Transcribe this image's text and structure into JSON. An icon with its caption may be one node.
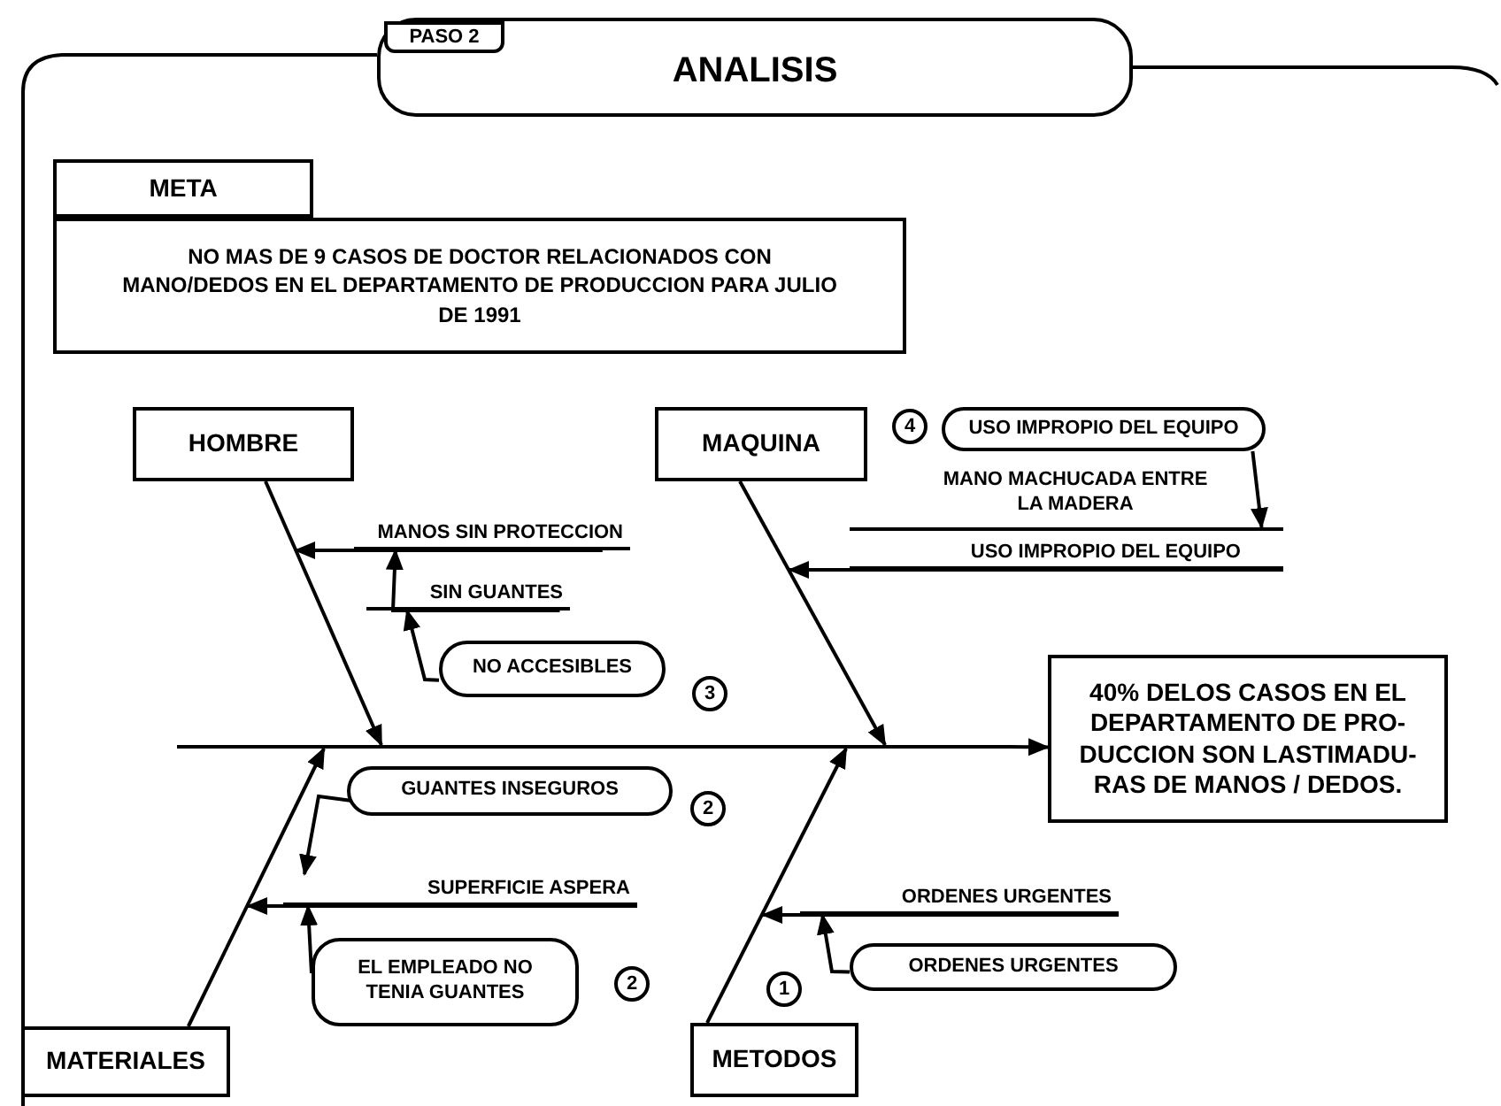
{
  "diagram": {
    "nodes": [
      {
        "text": [
          "PASO 2"
        ],
        "in": 1
      },
      {
        "text": [
          "ANALISIS"
        ]
      },
      {
        "text": [
          "META"
        ]
      },
      {
        "text": [
          "NO MAS DE 9 CASOS DE DOCTOR RELACIONADOS CON MANO/DEDOS EN EL DEPARTAMENTO DE PRODUCCION PARA JULIO DE 1991"
        ]
      },
      {
        "text": [
          "HOMBRE"
        ]
      },
      {
        "text": [
          "MAQUINA"
        ]
      },
      {
        "text": [
          "MATERIALES"
        ]
      },
      {
        "text": [
          "METODOS"
        ]
      },
      {
        "text": [
          "40% DELOS CASOS EN EL DEPARTAMENTO DE PRO- DUCCION SON LASTIMADU- RAS DE MANOS / DEDOS."
        ]
      },
      {
        "text": [
          "MANOS SIN PROTECCION"
        ]
      },
      {
        "text": [
          "SIN GUANTES"
        ]
      },
      {
        "text": [
          "NO ACCESIBLES"
        ]
      },
      {
        "text": [
          "3"
        ]
      },
      {
        "text": [
          "4"
        ]
      },
      {
        "text": [
          "USO IMPROPIO DEL EQUIPO"
        ]
      },
      {
        "text": [
          "MANO MACHUCADA ENTRE LA MADERA"
        ]
      },
      {
        "text": [
          "USO IMPROPIO DEL EQUIPO"
        ]
      },
      {
        "text": [
          "GUANTES INSEGUROS"
        ]
      },
      {
        "text": [
          "SUPERFICIE ASPERA"
        ]
      },
      {
        "text": [
          "2"
        ]
      },
      {
        "text": [
          "EL EMPLEADO NO TENIA GUANTES"
        ]
      },
      {
        "text": [
          "2"
        ]
      },
      {
        "text": [
          "ORDENES URGENTES"
        ]
      },
      {
        "text": [
          "ORDENES URGENTES"
        ]
      },
      {
        "text": [
          "1"
        ]
      },
      {
        "text": [],
        "shape": "bar"
      }
    ],
    "edges": [
      {
        "from": 25,
        "to": 8,
        "arrow": "to"
      },
      {
        "from": 4,
        "to": 25,
        "arrow": "to"
      },
      {
        "from": 5,
        "to": 25,
        "arrow": "to"
      },
      {
        "from": 6,
        "to": 25,
        "arrow": "to"
      },
      {
        "from": 7,
        "to": 25,
        "arrow": "to"
      },
      {
        "from": 9,
        "to": null,
        "arrow": "to"
      },
      {
        "from": 10,
        "to": 9,
        "arrow": "to"
      },
      {
        "from": 11,
        "to": 10,
        "arrow": "to"
      },
      {
        "from": 16,
        "to": null,
        "arrow": "to"
      },
      {
        "from": 14,
        "to": 16,
        "arrow": "to"
      },
      {
        "from": 18,
        "to": null,
        "arrow": "to"
      },
      {
        "from": 17,
        "to": 18,
        "arrow": "to"
      },
      {
        "from": 20,
        "to": 18,
        "arrow": "to"
      },
      {
        "from": 22,
        "to": null,
        "arrow": "to"
      },
      {
        "from": 23,
        "to": 22,
        "arrow": "to"
      }
    ]
  }
}
